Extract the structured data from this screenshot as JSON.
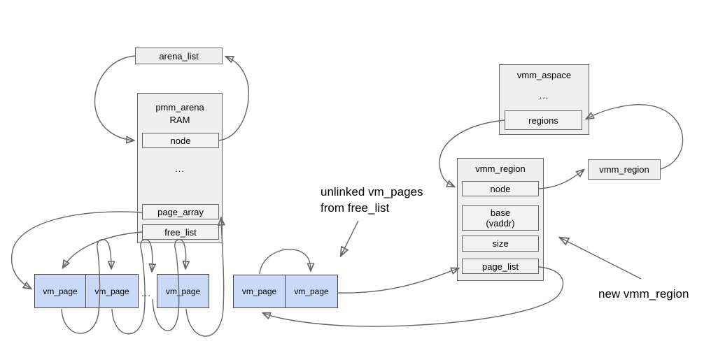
{
  "nodes": {
    "arena_list": {
      "label": "arena_list"
    },
    "pmm_arena": {
      "title": "pmm_arena",
      "subtitle": "RAM",
      "node": "node",
      "ellipsis": "...",
      "page_array": "page_array",
      "free_list": "free_list"
    },
    "chain": {
      "page1": "vm_page",
      "page2": "vm_page",
      "ellipsis": "...",
      "page3": "vm_page"
    },
    "unlinked": {
      "page1": "vm_page",
      "page2": "vm_page"
    },
    "vmm_aspace": {
      "title": "vmm_aspace",
      "ellipsis": "...",
      "regions": "regions"
    },
    "vmm_region": {
      "title": "vmm_region",
      "node": "node",
      "base_line1": "base",
      "base_line2": "(vaddr)",
      "size": "size",
      "page_list": "page_list"
    },
    "vmm_region2": {
      "label": "vmm_region"
    }
  },
  "annotations": {
    "unlinked_note_line1": "unlinked vm_pages",
    "unlinked_note_line2": "from free_list",
    "new_region_note": "new vmm_region"
  },
  "colors": {
    "box_fill": "#efefef",
    "box_border": "#666666",
    "page_fill": "#c9daf8",
    "page_border": "#434343",
    "connector": "#666666",
    "text": "#000000",
    "background": "#ffffff"
  }
}
